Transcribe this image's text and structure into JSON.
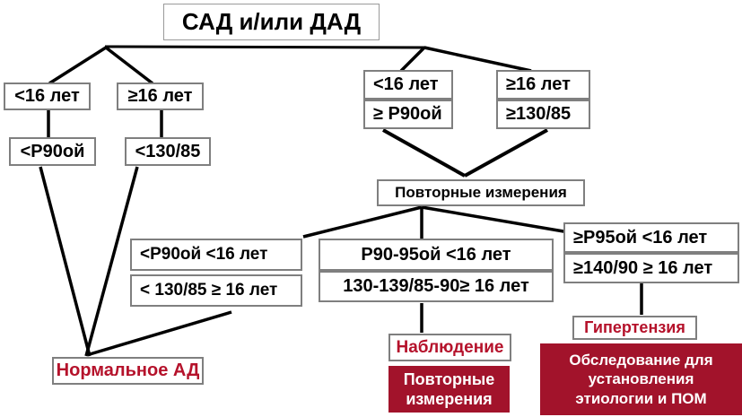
{
  "flowchart": {
    "root": "САД и/или ДАД",
    "left_branch": {
      "age_under": "<16 лет",
      "age_over": "≥16 лет",
      "percentile": "<Р90ой",
      "pressure": "<130/85"
    },
    "right_branch": {
      "under_age": "<16 лет",
      "under_percentile": "≥ Р90ой",
      "over_age": "≥16 лет",
      "over_pressure": "≥130/85"
    },
    "repeat_measurements": "Повторные измерения",
    "criteria": {
      "normal_row1": "<Р90ой <16 лет",
      "normal_row2": "< 130/85 ≥ 16 лет",
      "borderline_row1": "Р90-95ой <16 лет",
      "borderline_row2": "130-139/85-90≥ 16 лет",
      "high_row1": "≥Р95ой <16 лет",
      "high_row2": "≥140/90 ≥ 16 лет"
    },
    "outcomes": {
      "normal_bp": "Нормальное АД",
      "observation": "Наблюдение",
      "repeat_measurements": "Повторные\nизмерения",
      "hypertension": "Гипертензия",
      "workup": "Обследование для установления этиологии и ПОМ"
    },
    "colors": {
      "red_text": "#B5122B",
      "dark_red_fill": "#A2132B",
      "box_border": "#7F7F7F",
      "line": "#000000"
    }
  }
}
